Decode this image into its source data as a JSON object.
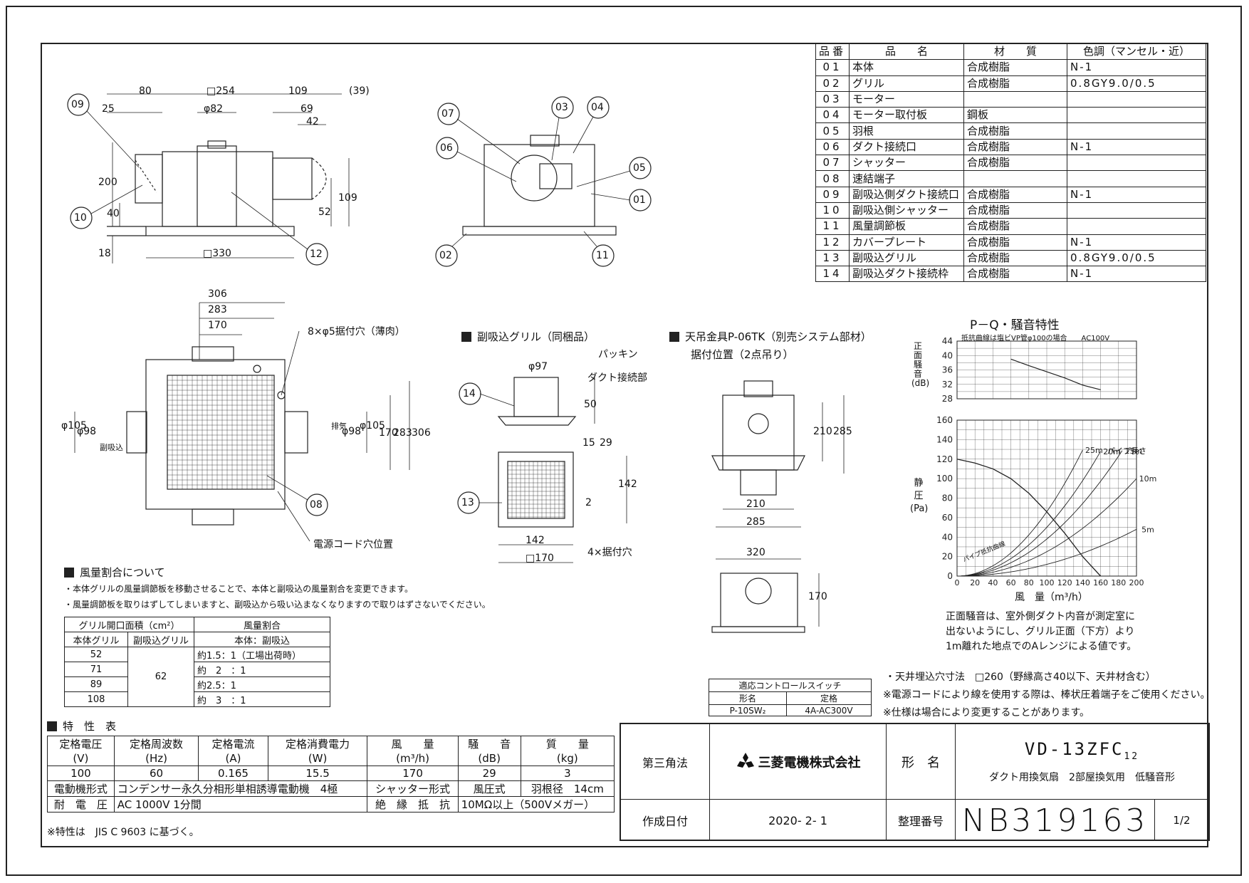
{
  "parts_table": {
    "headers": [
      "品番",
      "品　　名",
      "材　　質",
      "色調（マンセル・近）"
    ],
    "rows": [
      [
        "01",
        "本体",
        "合成樹脂",
        "N-1"
      ],
      [
        "02",
        "グリル",
        "合成樹脂",
        "0.8GY9.0/0.5"
      ],
      [
        "03",
        "モーター",
        "",
        ""
      ],
      [
        "04",
        "モーター取付板",
        "鋼板",
        ""
      ],
      [
        "05",
        "羽根",
        "合成樹脂",
        ""
      ],
      [
        "06",
        "ダクト接続口",
        "合成樹脂",
        "N-1"
      ],
      [
        "07",
        "シャッター",
        "合成樹脂",
        ""
      ],
      [
        "08",
        "速結端子",
        "",
        ""
      ],
      [
        "09",
        "副吸込側ダクト接続口",
        "合成樹脂",
        "N-1"
      ],
      [
        "10",
        "副吸込側シャッター",
        "合成樹脂",
        ""
      ],
      [
        "11",
        "風量調節板",
        "合成樹脂",
        ""
      ],
      [
        "12",
        "カバープレート",
        "合成樹脂",
        "N-1"
      ],
      [
        "13",
        "副吸込グリル",
        "合成樹脂",
        "0.8GY9.0/0.5"
      ],
      [
        "14",
        "副吸込ダクト接続枠",
        "合成樹脂",
        "N-1"
      ]
    ]
  },
  "front_view": {
    "dims": [
      "80",
      "□254",
      "109",
      "(39)",
      "25",
      "φ82",
      "69",
      "42",
      "200",
      "40",
      "18",
      "52",
      "109",
      "□330"
    ],
    "callouts": [
      "09",
      "10",
      "12"
    ]
  },
  "side_view": {
    "callouts": [
      "07",
      "06",
      "03",
      "04",
      "05",
      "01",
      "02",
      "11"
    ]
  },
  "plan_view": {
    "dims": [
      "306",
      "283",
      "170",
      "φ105",
      "φ98",
      "φ105",
      "φ98",
      "170",
      "283",
      "306"
    ],
    "labels": {
      "mount_holes": "8×φ5据付穴（薄肉）",
      "sub_intake": "副吸込",
      "exhaust": "排気",
      "cord_hole": "電源コード穴位置"
    },
    "callouts": [
      "08"
    ]
  },
  "sub_grille": {
    "title": "副吸込グリル（同梱品）",
    "dims": [
      "φ97",
      "50",
      "15",
      "29",
      "142",
      "2",
      "142",
      "□170"
    ],
    "labels": {
      "packing": "パッキン",
      "duct_part": "ダクト接続部",
      "holes": "4×据付穴"
    },
    "callouts": [
      "14",
      "13"
    ]
  },
  "hanger": {
    "title": "天吊金具P-06TK（別売システム部材）",
    "subtitle": "据付位置（2点吊り）",
    "dims": [
      "210",
      "285",
      "210",
      "285",
      "320",
      "170"
    ]
  },
  "airflow_section": {
    "title": "風量割合について",
    "notes": [
      "・本体グリルの風量調節板を移動させることで、本体と副吸込の風量割合を変更できます。",
      "・風量調節板を取りはずしてしまいますと、副吸込から吸い込まなくなりますので取りはずさないでください。"
    ],
    "table": {
      "h1": "グリル開口面積（cm²）",
      "h2": "風量割合",
      "h3": "本体グリル",
      "h4": "副吸込グリル",
      "h5": "本体：副吸込",
      "sub_value": "62",
      "rows": [
        [
          "52",
          "約1.5：1（工場出荷時）"
        ],
        [
          "71",
          "約　2　：1"
        ],
        [
          "89",
          "約2.5：1"
        ],
        [
          "108",
          "約　3　：1"
        ]
      ]
    }
  },
  "characteristics": {
    "title": "特　性　表",
    "headers": [
      [
        "定格電圧",
        "(V)"
      ],
      [
        "定格周波数",
        "(Hz)"
      ],
      [
        "定格電流",
        "(A)"
      ],
      [
        "定格消費電力",
        "(W)"
      ],
      [
        "風　　量",
        "(m³/h)"
      ],
      [
        "騒　　音",
        "(dB)"
      ],
      [
        "質　　量",
        "(kg)"
      ]
    ],
    "values": [
      "100",
      "60",
      "0.165",
      "15.5",
      "170",
      "29",
      "3"
    ],
    "motor_label": "電動機形式",
    "motor_value": "コンデンサー永久分相形単相誘導電動機　4極",
    "shutter_label": "シャッター形式",
    "shutter_value": "風圧式",
    "blade_label": "羽根径",
    "blade_value": "14cm",
    "withstand_label": "耐　電　圧",
    "withstand_value": "AC 1000V 1分間",
    "insul_label": "絶　縁　抵　抗",
    "insul_value": "10MΩ以上（500Vメガー）",
    "footnote": "※特性は　JIS C 9603 に基づく。"
  },
  "chart_data": {
    "type": "line",
    "title": "P－Q・騒音特性",
    "note": "抵抗曲線は塩ビVP管φ100の場合　　AC100V",
    "noise": {
      "ylabel": "正面騒音 (dB)",
      "ylim": [
        28,
        44
      ],
      "yticks": [
        28,
        32,
        36,
        40,
        44
      ],
      "x": [
        60,
        80,
        100,
        120,
        140,
        160
      ],
      "values": [
        39,
        37.2,
        35.5,
        33.8,
        31.8,
        30.5
      ]
    },
    "pq": {
      "ylabel": "静圧 (Pa)",
      "xlabel": "風　量（m³/h）",
      "xlim": [
        0,
        200
      ],
      "ylim": [
        0,
        160
      ],
      "xticks": [
        0,
        20,
        40,
        60,
        80,
        100,
        120,
        140,
        160,
        180,
        200
      ],
      "yticks": [
        0,
        20,
        40,
        60,
        80,
        100,
        120,
        140,
        160
      ],
      "series": [
        {
          "name": "PQ",
          "x": [
            0,
            20,
            40,
            60,
            80,
            100,
            120,
            140,
            160
          ],
          "values": [
            120,
            116,
            110,
            100,
            85,
            66,
            44,
            20,
            0
          ]
        }
      ],
      "pipe_curves": [
        {
          "name": "5m",
          "k": 0.0012
        },
        {
          "name": "10m",
          "k": 0.0025
        },
        {
          "name": "15m",
          "k": 0.0038
        },
        {
          "name": "20m",
          "k": 0.005
        },
        {
          "name": "25m",
          "k": 0.0066
        }
      ],
      "labels": {
        "pipe_length": "パイプ長さ",
        "resistance": "パイプ抵抗曲線"
      }
    },
    "remark": [
      "正面騒音は、室外側ダクト内音が測定室に",
      "出ないようにし、グリル正面（下方）より",
      "1m離れた地点でのAレンジによる値です。"
    ]
  },
  "notes_right": [
    "・天井埋込穴寸法　□260（野縁高さ40以下、天井材含む）",
    "※電源コードにより線を使用する際は、棒状圧着端子をご使用ください。",
    "※仕様は場合により変更することがあります。"
  ],
  "control_switch": {
    "title": "適応コントロールスイッチ",
    "h1": "形名",
    "h2": "定格",
    "v1": "P-10SW₂",
    "v2": "4A-AC300V"
  },
  "title_block": {
    "projection": "第三角法",
    "company": "三菱電機株式会社",
    "model_label": "形　名",
    "model": "VD-13ZFC",
    "model_sub": "12",
    "desc": "ダクト用換気扇　2部屋換気用　低騒音形",
    "date_label": "作成日付",
    "date": "2020- 2- 1",
    "num_label": "整理番号",
    "num": "NB319163",
    "page": "1/2"
  }
}
